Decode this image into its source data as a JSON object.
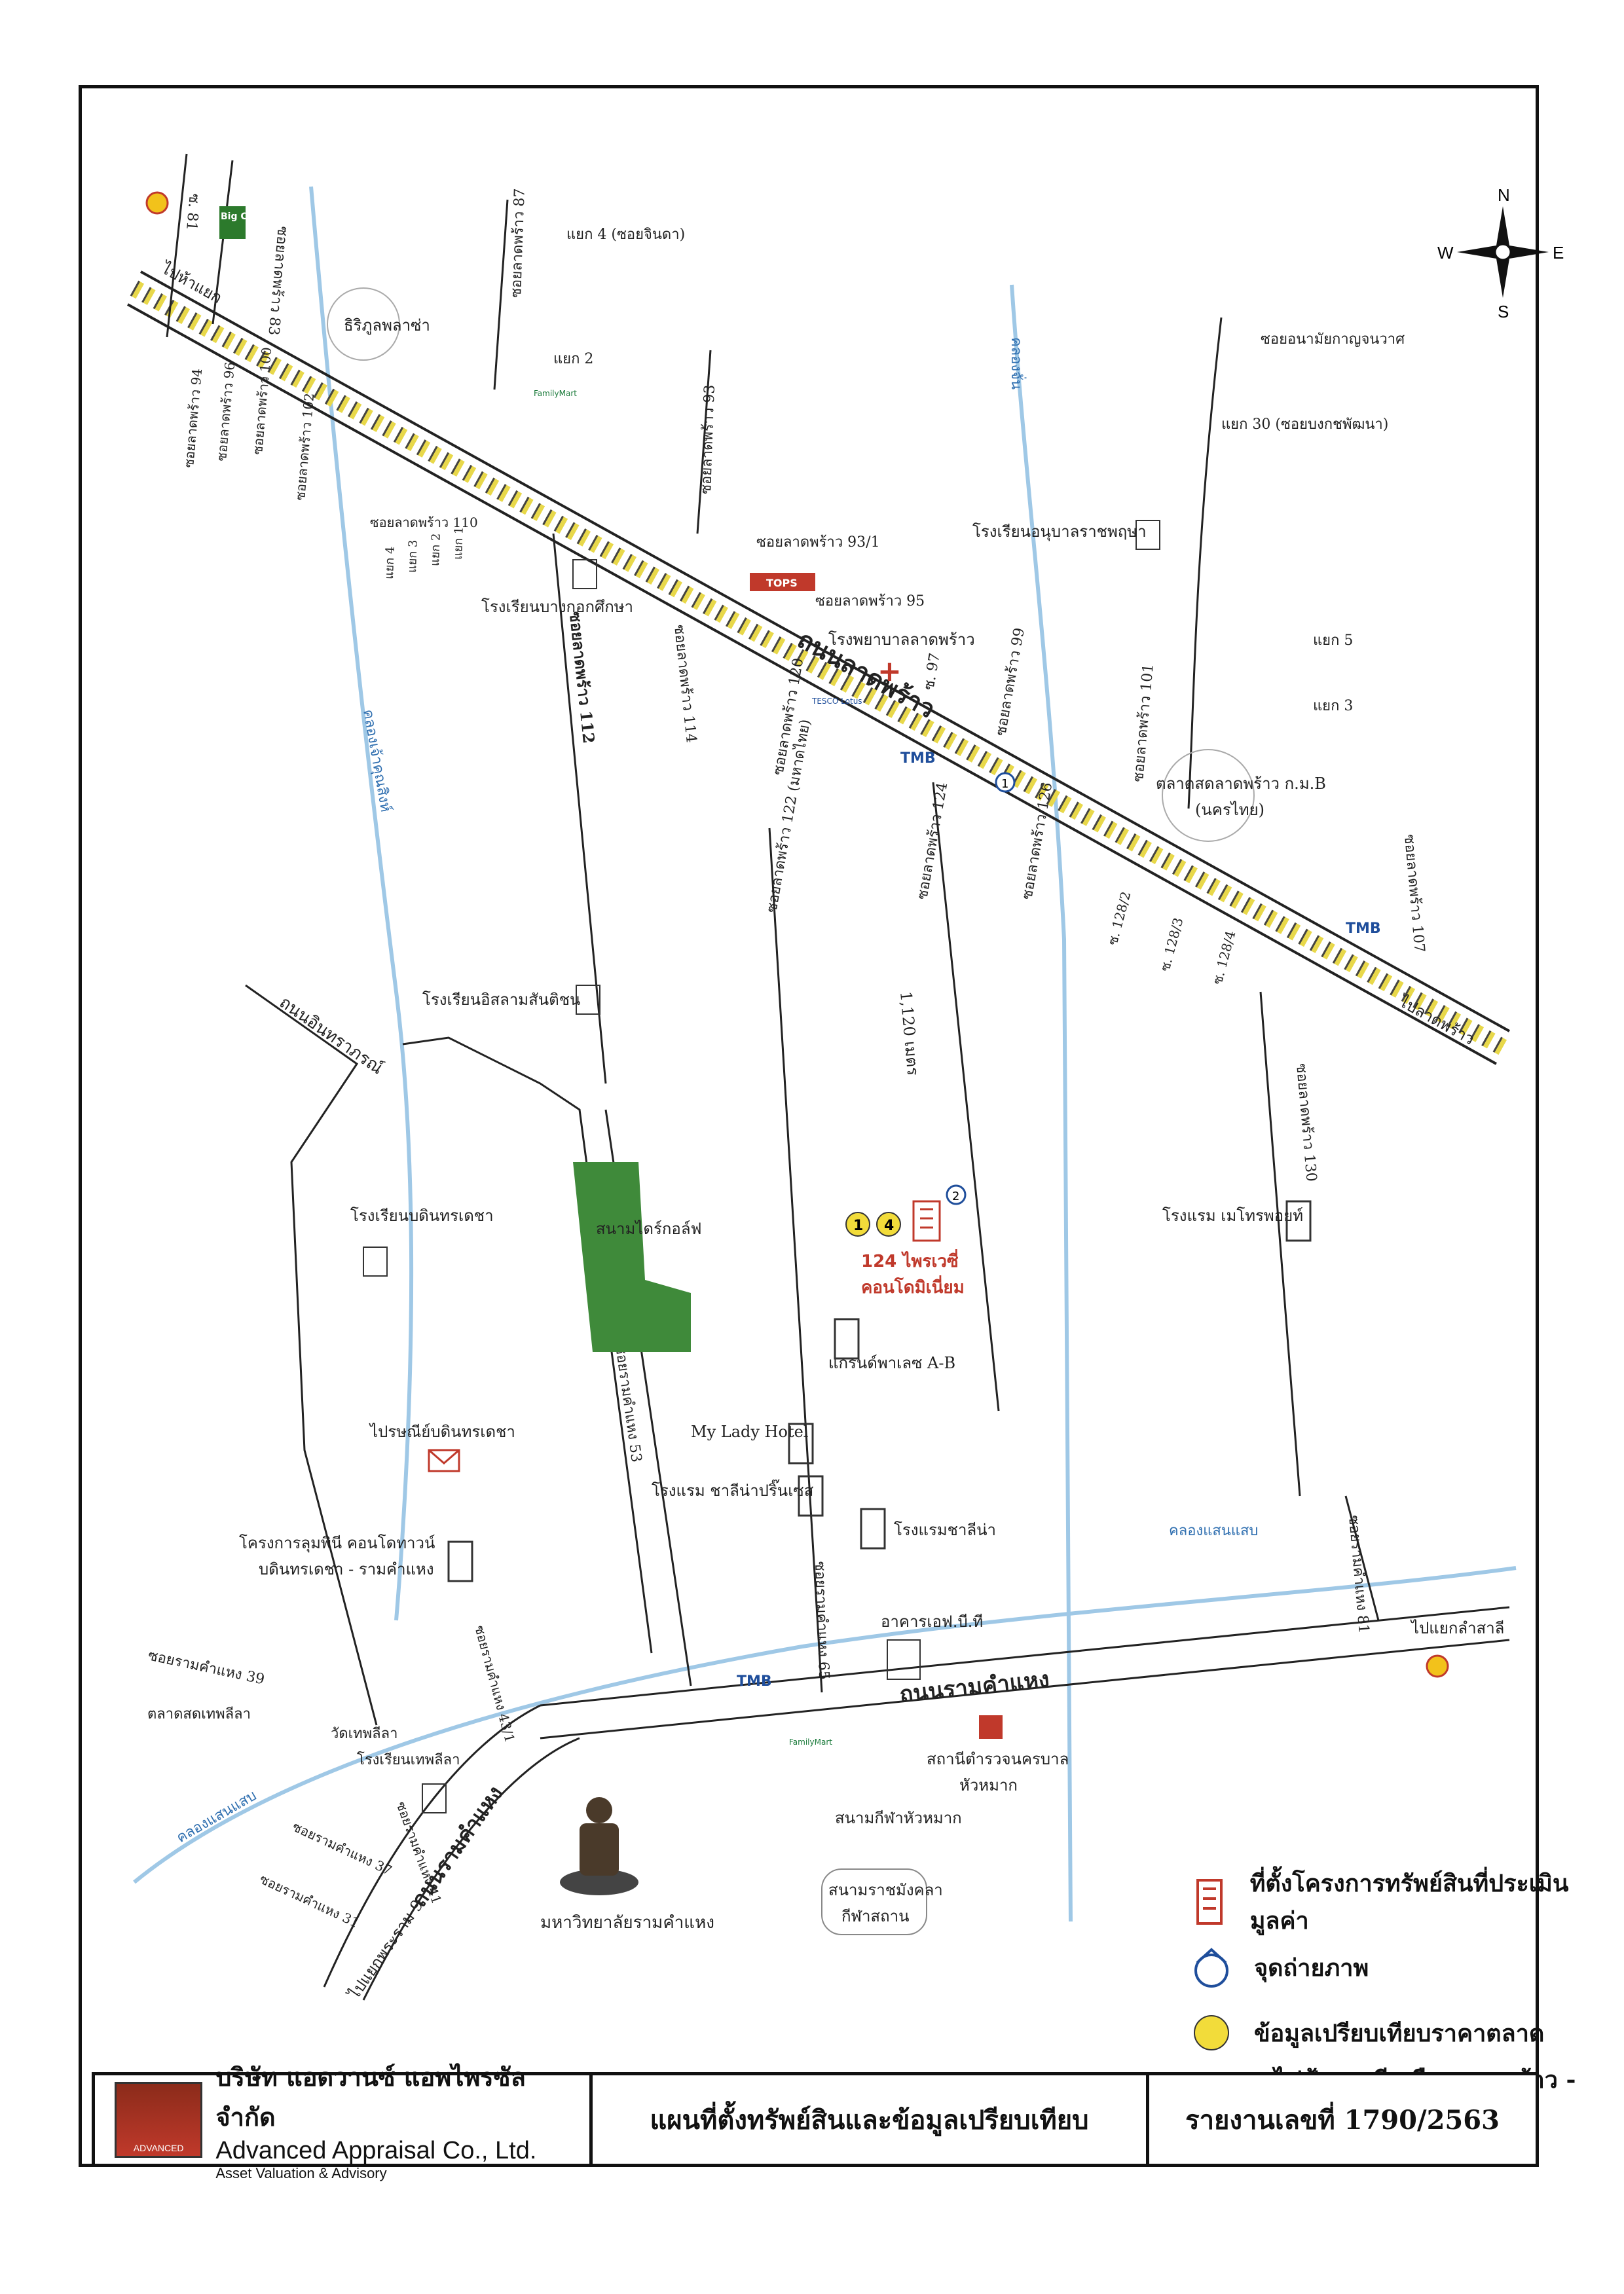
{
  "compass": {
    "n": "N",
    "s": "S",
    "e": "E",
    "w": "W"
  },
  "roads": {
    "ladprao_main": "ถนนลาดพร้าว",
    "ramkhamhaeng_main": "ถนนรามคำแหง",
    "ramkhamhaeng_lower": "ถนนรามคำแหง",
    "intharaporn": "ถนนอินทราภรณ์",
    "to_sam_yaek": "ไปแยกลำสาลี",
    "to_rama9": "ไปแยกพระราม 9",
    "to_top": "ไปห้าแยก",
    "to_right": "ไปลาดพร้าว"
  },
  "sois": {
    "s81": "ซ. 81",
    "s83": "ซอยลาดพร้าว 83",
    "s87": "ซอยลาดพร้าว 87",
    "s93": "ซอยลาดพร้าว 93",
    "s93_1": "ซอยลาดพร้าว 93/1",
    "s95": "ซอยลาดพร้าว 95",
    "s97": "ซ. 97",
    "s99": "ซอยลาดพร้าว 99",
    "s101": "ซอยลาดพร้าว 101",
    "s107": "ซอยลาดพร้าว 107",
    "s110": "ซอยลาดพร้าว 110",
    "s112": "ซอยลาดพร้าว 112",
    "s114": "ซอยลาดพร้าว 114",
    "s120": "ซอยลาดพร้าว 120",
    "s122": "ซอยลาดพร้าว 122 (มหาดไทย)",
    "s124": "ซอยลาดพร้าว 124",
    "s126": "ซอยลาดพร้าว 126",
    "s128_2": "ซ. 128/2",
    "s128_3": "ซ. 128/3",
    "s128_4": "ซ. 128/4",
    "s130": "ซอยลาดพร้าว 130",
    "s94": "ซอยลาดพร้าว 94",
    "s96": "ซอยลาดพร้าว 96",
    "s100": "ซอยลาดพร้าว 100",
    "s102": "ซอยลาดพร้าว 102",
    "yaek4_top": "แยก 4 (ซอยจินดา)",
    "yaek2": "แยก 2",
    "yaek1": "แยก 1",
    "yaek2b": "แยก 2",
    "yaek3": "แยก 3",
    "yaek4": "แยก 4",
    "yaek5_r": "แยก 5",
    "yaek3_r": "แยก 3",
    "anamai": "ซอยอนามัยกาญจนวาศ",
    "yaek30": "แยก 30 (ซอยบงกชพัฒนา)",
    "ram39": "ซอยรามคำแหง 39",
    "ram41": "ซอยรามคำแหง 41",
    "ram43_1": "ซอยรามคำแหง 43/1",
    "ram53": "ซอยรามคำแหง 53",
    "ram37": "ซอยรามคำแหง 37",
    "ram31": "ซอยรามคำแหง 31",
    "ram65": "ซอยรามคำแหง 65",
    "ram81": "ซอยรามคำแหง 81",
    "distance": "1,120 เมตร"
  },
  "canals": {
    "c1": "คลองจั่น",
    "c2": "คลองเจ้าคุณสิงห์",
    "c3": "คลองแสนแสบ",
    "c4": "คลองแสนแสบ"
  },
  "places": {
    "siri_plaza": "ธิริภูลพลาซ่า",
    "bangkok_suksa": "โรงเรียนบางกอกศึกษา",
    "ladprao_hospital": "โรงพยาบาลลาดพร้าว",
    "anuban_school": "โรงเรียนอนุบาลราชพฤษา",
    "kmb_market": "ตลาดสดลาดพร้าว ก.ม.B",
    "kmb_market2": "(นครไทย)",
    "islam_school": "โรงเรียนอิสลามสันติชน",
    "golf": "สนามไดร์กอล์ฟ",
    "bodin_school": "โรงเรียนบดินทรเดชา",
    "bodin_post": "ไปรษณีย์บดินทรเดชา",
    "lumpini": "โครงการลุมพินี คอนโดทาวน์",
    "lumpini2": "บดินทรเดชา - รามคำแหง",
    "grand_palace": "แกรนด์พาเลซ A-B",
    "my_lady": "My Lady Hotel",
    "chalina_princess": "โรงแรม ชาลีน่าปริ๊นเซส",
    "chalina": "โรงแรมชาลีน่า",
    "metro_point": "โรงแรม เมโทรพอยท์",
    "fbt": "อาคารเอฟ.บี.ที",
    "police": "สถานีตำรวจนครบาล",
    "police2": "หัวหมาก",
    "stadium": "สนามกีฬาหัวหมาก",
    "rajamangala": "สนามราชมังคลา",
    "rajamangala2": "กีฬาสถาน",
    "ram_univ": "มหาวิทยาลัยรามคำแหง",
    "wat_thep": "วัดเทพลีลา",
    "thep_school": "โรงเรียนเทพลีลา",
    "thep_market": "ตลาดสดเทพลีลา",
    "subject1": "124 ไพรเวซี่",
    "subject2": "คอนโดมิเนี่ยม",
    "big_c": "Big C",
    "tmb": "TMB",
    "family_mart": "FamilyMart",
    "tops": "TOPS",
    "tesco": "TESCO Lotus"
  },
  "markers": {
    "photo1": "1",
    "photo2": "2",
    "cmp1": "1",
    "cmp4": "4"
  },
  "legend": {
    "subject": "ที่ตั้งโครงการทรัพย์สินที่ประเมินมูลค่า",
    "photo": "จุดถ่ายภาพ",
    "compare": "ข้อมูลเปรียบเทียบราคาตลาด",
    "skytrain": "รถไฟฟ้าสายสีเหลือง ลาดพร้าว - สำโรง"
  },
  "footer": {
    "company_th": "บริษัท แอดวานซ์ แอพไพรซัล จำกัด",
    "company_en": "Advanced Appraisal Co., Ltd.",
    "company_sub": "Asset Valuation & Advisory",
    "logo_text": "ADVANCED",
    "title": "แผนที่ตั้งทรัพย์สินและข้อมูลเปรียบเทียบ",
    "report": "รายงานเลขที่ 1790/2563"
  },
  "colors": {
    "subject": "#c0392b",
    "golf": "#3f8a3a",
    "yellow_line": "#e8d84a",
    "compare_dot": "#f2dc3a"
  }
}
